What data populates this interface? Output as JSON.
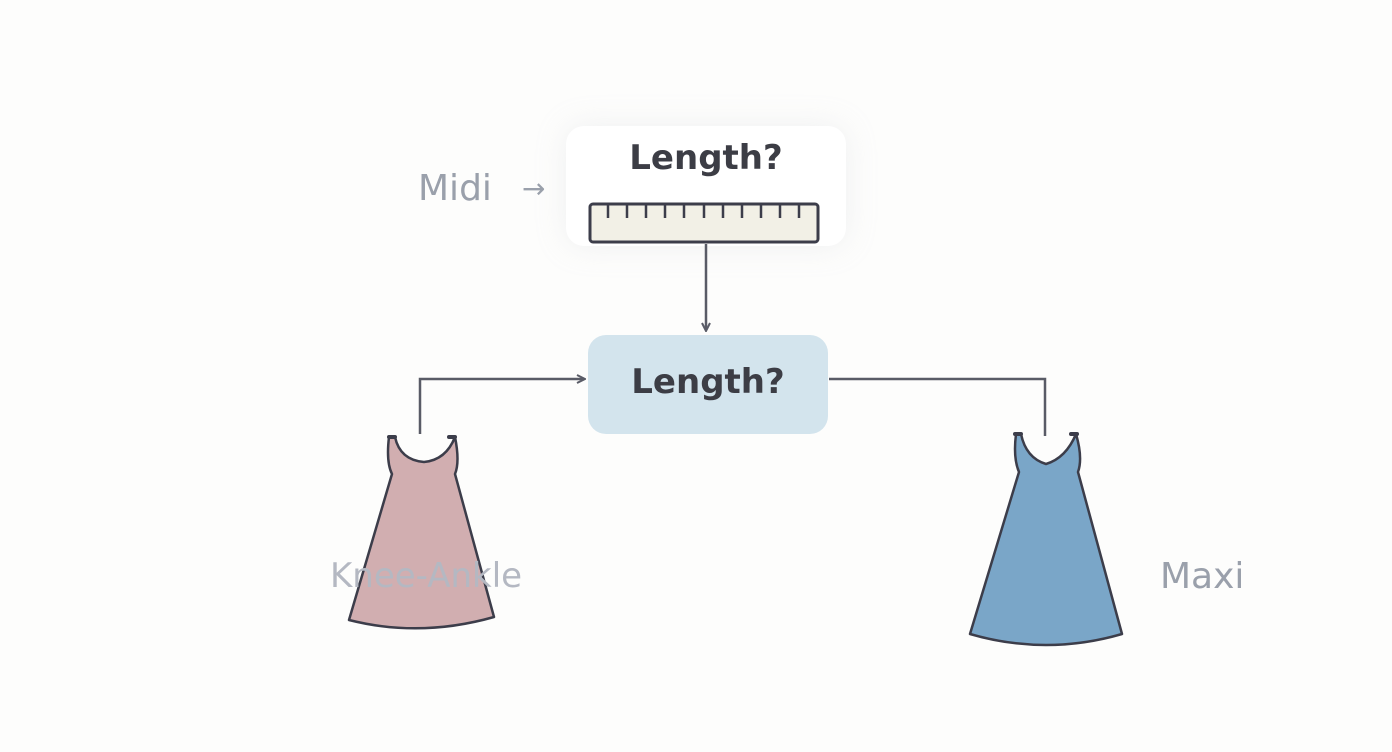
{
  "top_node": {
    "title": "Length?",
    "icon": "ruler-icon"
  },
  "center_node": {
    "title": "Length?"
  },
  "side_labels": {
    "midi": "Midi",
    "midi_arrow": "→",
    "knee_ankle": "Knee-Ankle",
    "maxi": "Maxi"
  },
  "dresses": [
    {
      "name": "knee-ankle-dress",
      "color": "#d1aeb0"
    },
    {
      "name": "maxi-dress",
      "color": "#7aa6c8"
    }
  ],
  "colors": {
    "connector": "#595b66",
    "outline": "#3c3d4a",
    "ruler_fill": "#f2f0e6",
    "center_node_fill": "#d3e4ed"
  }
}
